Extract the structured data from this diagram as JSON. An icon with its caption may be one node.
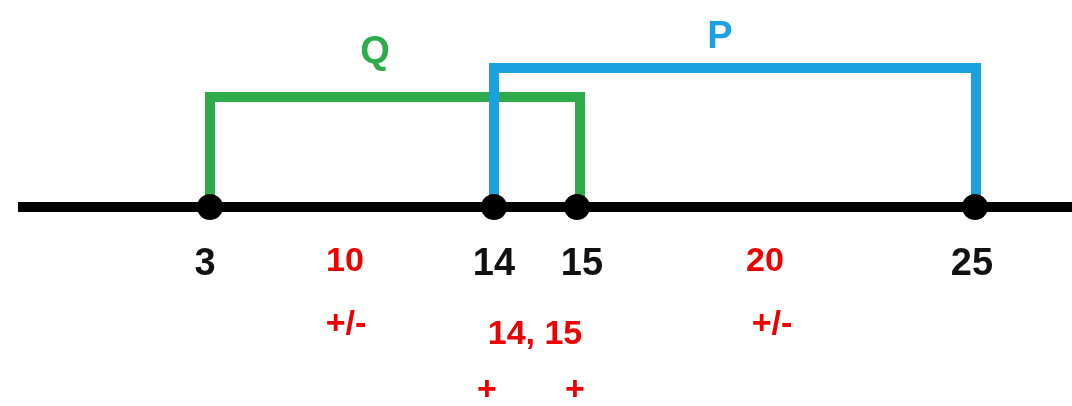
{
  "diagram": {
    "labels": [
      "P",
      "Q",
      "3",
      "10",
      "14",
      "15",
      "20",
      "25",
      "+/-",
      "+/-",
      "14, 15",
      "+",
      "+"
    ]
  }
}
